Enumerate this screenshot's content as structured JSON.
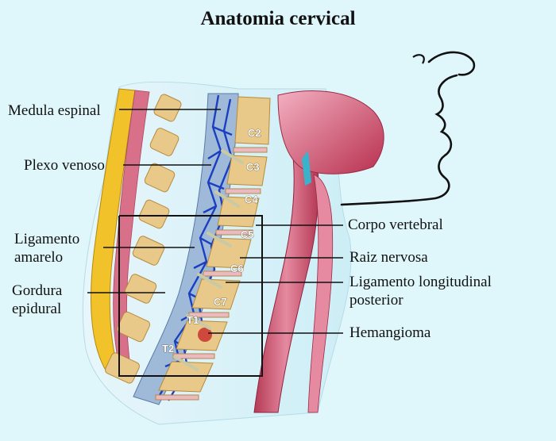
{
  "title": "Anatomia cervical",
  "labels": {
    "medula_espinal": "Medula espinal",
    "plexo_venoso": "Plexo venoso",
    "ligamento_amarelo": [
      "Ligamento",
      "amarelo"
    ],
    "gordura_epidural": [
      "Gordura",
      "epidural"
    ],
    "corpo_vertebral": "Corpo vertebral",
    "raiz_nervosa": "Raiz nervosa",
    "ligamento_longitudinal_posterior": [
      "Ligamento longitudinal",
      "posterior"
    ],
    "hemangioma": "Hemangioma"
  },
  "vertebrae": [
    "C2",
    "C3",
    "C4",
    "C5",
    "C6",
    "C7",
    "T1",
    "T2"
  ],
  "colors": {
    "background": "#dff6fb",
    "bone": "#e8c98a",
    "bone_dark": "#b88a3c",
    "disc": "#e9b9c4",
    "spinal_cord": "#9fb9d8",
    "vein": "#1b3fbf",
    "fat": "#f1c22a",
    "tissue": "#d9708a",
    "muscle": "#c94f6b"
  }
}
